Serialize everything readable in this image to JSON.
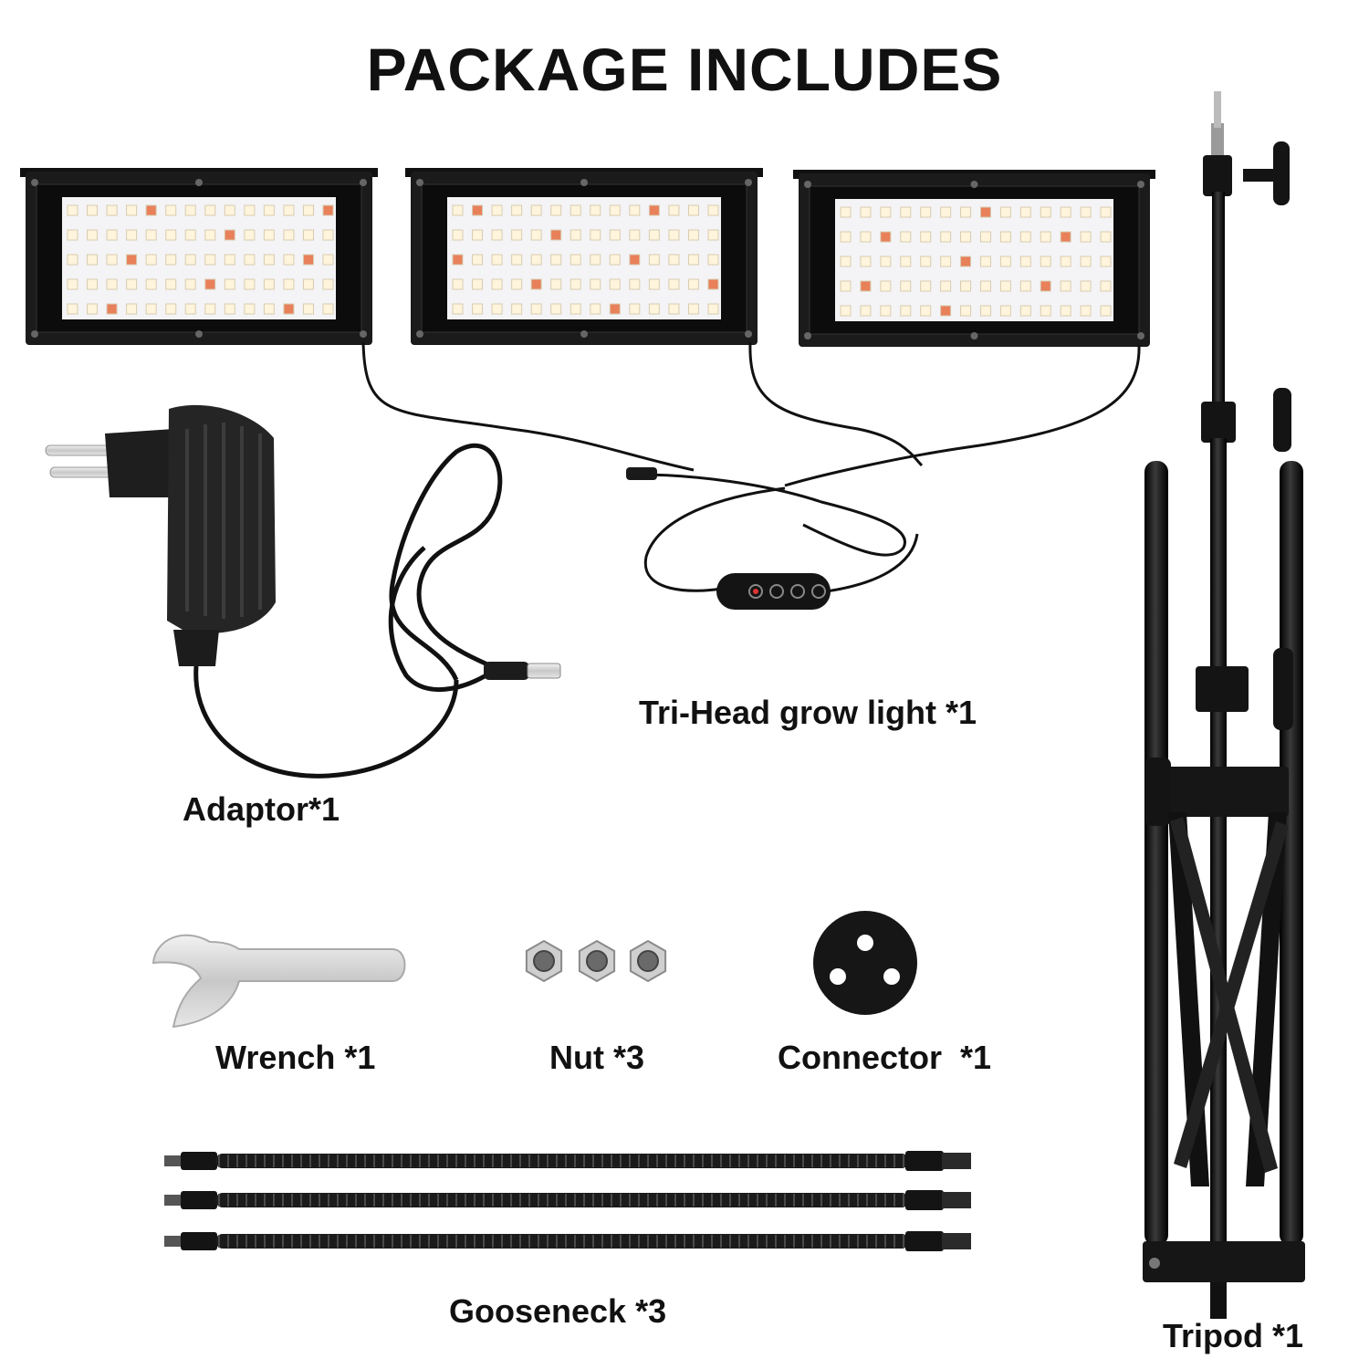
{
  "title": "PACKAGE INCLUDES",
  "items": {
    "grow_light": "Tri-Head grow light *1",
    "adaptor": "Adaptor*1",
    "wrench": "Wrench *1",
    "nut": "Nut *3",
    "connector": "Connector  *1",
    "gooseneck": "Gooseneck *3",
    "tripod": "Tripod *1"
  },
  "colors": {
    "background": "#ffffff",
    "text": "#111111",
    "housing": "#1b1b1b",
    "led_white": "#fff4dc",
    "led_red": "#e8805a",
    "metal": "#cfcfcf"
  }
}
